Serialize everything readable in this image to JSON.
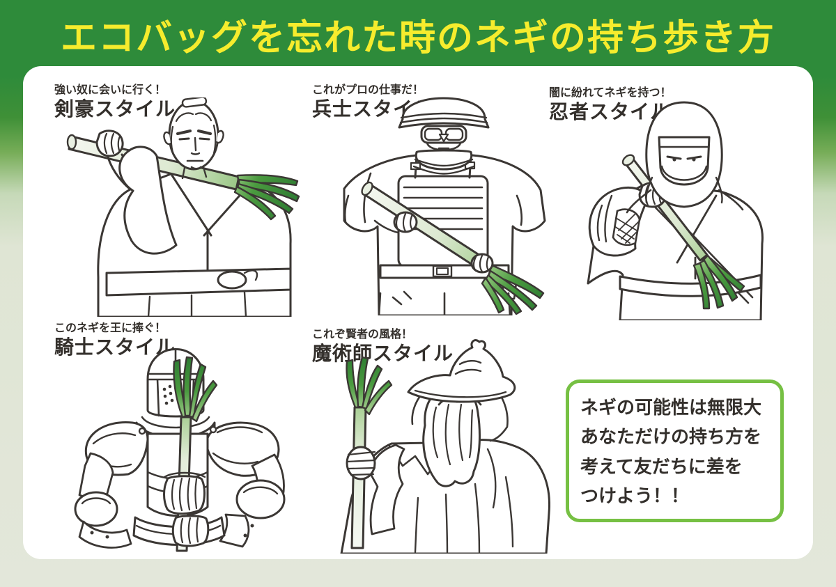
{
  "title": "エコバッグを忘れた時のネギの持ち歩き方",
  "panels": [
    {
      "id": "kengou",
      "tagline": "強い奴に会いに行く！",
      "name": "剣豪スタイル",
      "illustration": "swordsman-carrying-leek-over-shoulder"
    },
    {
      "id": "heishi",
      "tagline": "これがプロの仕事だ！",
      "name": "兵士スタイル",
      "illustration": "soldier-holding-leek-like-rifle"
    },
    {
      "id": "ninja",
      "tagline": "闇に紛れてネギを持つ！",
      "name": "忍者スタイル",
      "illustration": "ninja-gripping-leek-like-sword"
    },
    {
      "id": "kishi",
      "tagline": "このネギを王に捧ぐ！",
      "name": "騎士スタイル",
      "illustration": "knight-holding-leek-upright"
    },
    {
      "id": "majutsushi",
      "tagline": "これぞ賢者の風格！",
      "name": "魔術師スタイル",
      "illustration": "wizard-holding-leek-as-staff"
    }
  ],
  "callout": {
    "lines": [
      "ネギの可能性は無限大",
      "あなただけの持ち方を",
      "考えて友だちに差を",
      "つけよう！！"
    ]
  },
  "colors": {
    "header_green": "#2e8b3a",
    "background_pale": "#e3e7da",
    "title_yellow": "#f6ec2d",
    "card_white": "#ffffff",
    "outline": "#3b3734",
    "leek_green_dark": "#2e7c33",
    "leek_stalk_white": "#eef3e8",
    "callout_border_green": "#76c043",
    "text_dark": "#332f2b"
  }
}
